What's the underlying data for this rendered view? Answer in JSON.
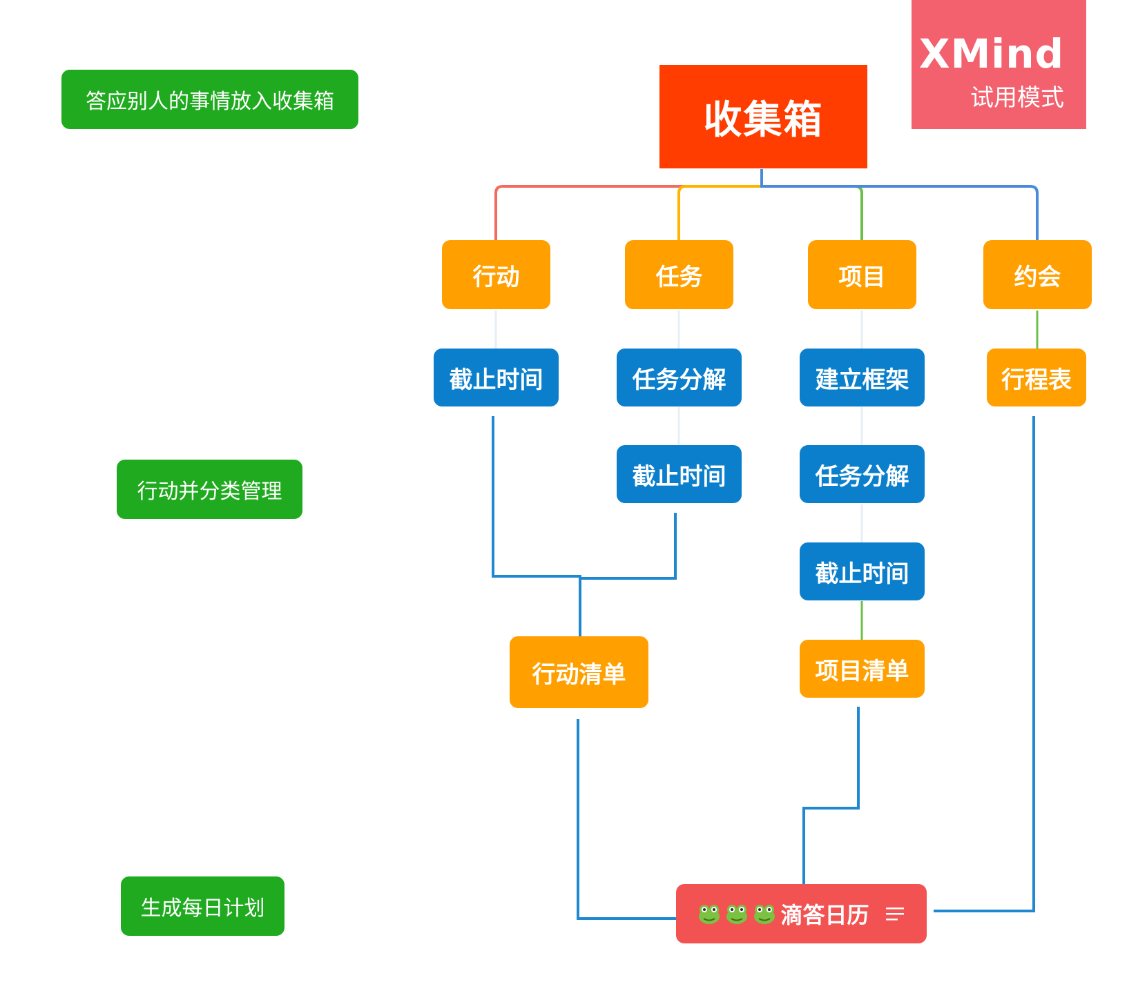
{
  "watermark": {
    "title": "XMind",
    "subtitle": "试用模式"
  },
  "labels": {
    "collect": "答应别人的事情放入收集箱",
    "classify": "行动并分类管理",
    "daily": "生成每日计划"
  },
  "root": "收集箱",
  "categories": {
    "action": "行动",
    "task": "任务",
    "project": "项目",
    "appointment": "约会"
  },
  "steps": {
    "action_deadline": "截止时间",
    "task_breakdown": "任务分解",
    "task_deadline": "截止时间",
    "project_framework": "建立框架",
    "project_breakdown": "任务分解",
    "project_deadline": "截止时间",
    "schedule": "行程表"
  },
  "lists": {
    "action_list": "行动清单",
    "project_list": "项目清单"
  },
  "calendar": {
    "label": "滴答日历",
    "icons": [
      "frog-icon",
      "frog-icon",
      "frog-icon",
      "menu-icon"
    ]
  },
  "colors": {
    "root": "#ff3d00",
    "category": "#ff9f00",
    "step": "#0b7fcc",
    "label": "#1faa1f",
    "calendar": "#f25252",
    "watermark": "#f2616d",
    "branch_action": "#f26b5e",
    "branch_task": "#ffb400",
    "branch_project": "#6cc04a",
    "branch_appointment": "#4a8ad9",
    "connector": "#1e88d0"
  }
}
